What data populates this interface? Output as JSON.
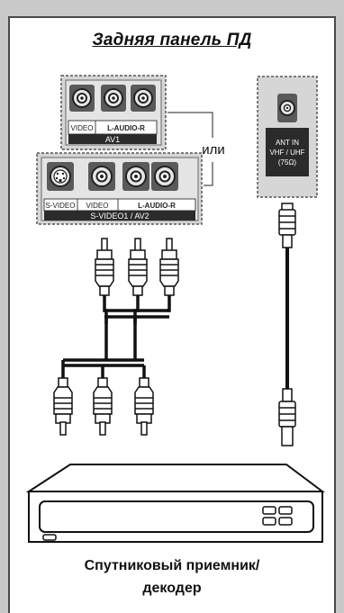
{
  "title": "Задняя панель ПД",
  "or_label": "или",
  "av1_panel": {
    "jack_labels": [
      "VIDEO",
      "L-AUDIO-R"
    ],
    "name": "AV1"
  },
  "av2_panel": {
    "jack_labels": [
      "S-VIDEO",
      "VIDEO",
      "L-AUDIO-R"
    ],
    "name": "S-VIDEO1 / AV2"
  },
  "antenna_panel": {
    "lines": [
      "ANT IN",
      "VHF / UHF",
      "(75Ω)"
    ]
  },
  "device_caption": {
    "line1": "Спутниковый приемник/",
    "line2": "декодер"
  },
  "colors": {
    "panel_fill": "#d8d8d8",
    "jack_fill": "#5a5a5a",
    "label_bar": "#2b2b2b",
    "line": "#111111"
  }
}
